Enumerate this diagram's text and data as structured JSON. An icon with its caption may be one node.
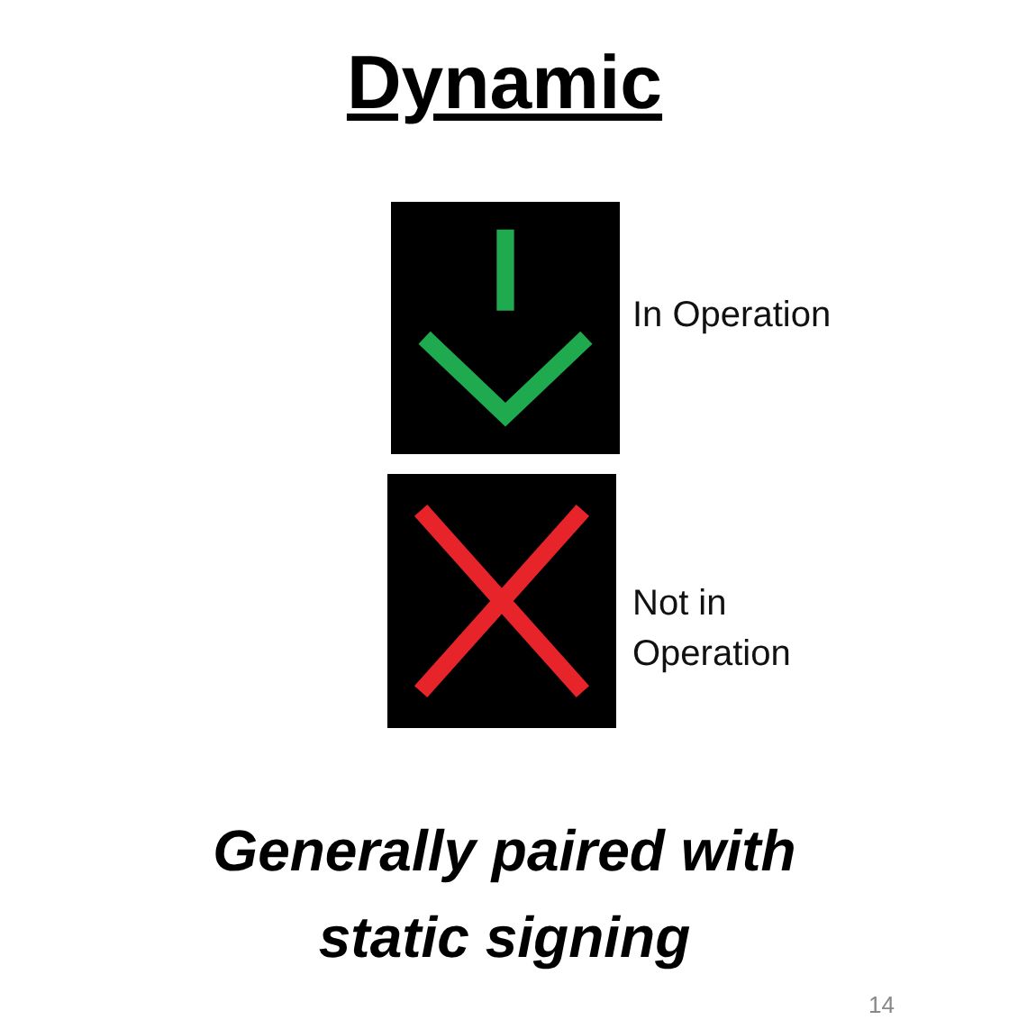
{
  "diagram": {
    "title": "Dynamic",
    "caption": "Generally paired with static signing",
    "nodes": [
      {
        "text": [],
        "shape": "box",
        "beside": [
          "In Operation"
        ]
      },
      {
        "text": [],
        "shape": "box",
        "beside": [
          "Not in Operation"
        ]
      }
    ],
    "labels": [
      "14"
    ]
  }
}
